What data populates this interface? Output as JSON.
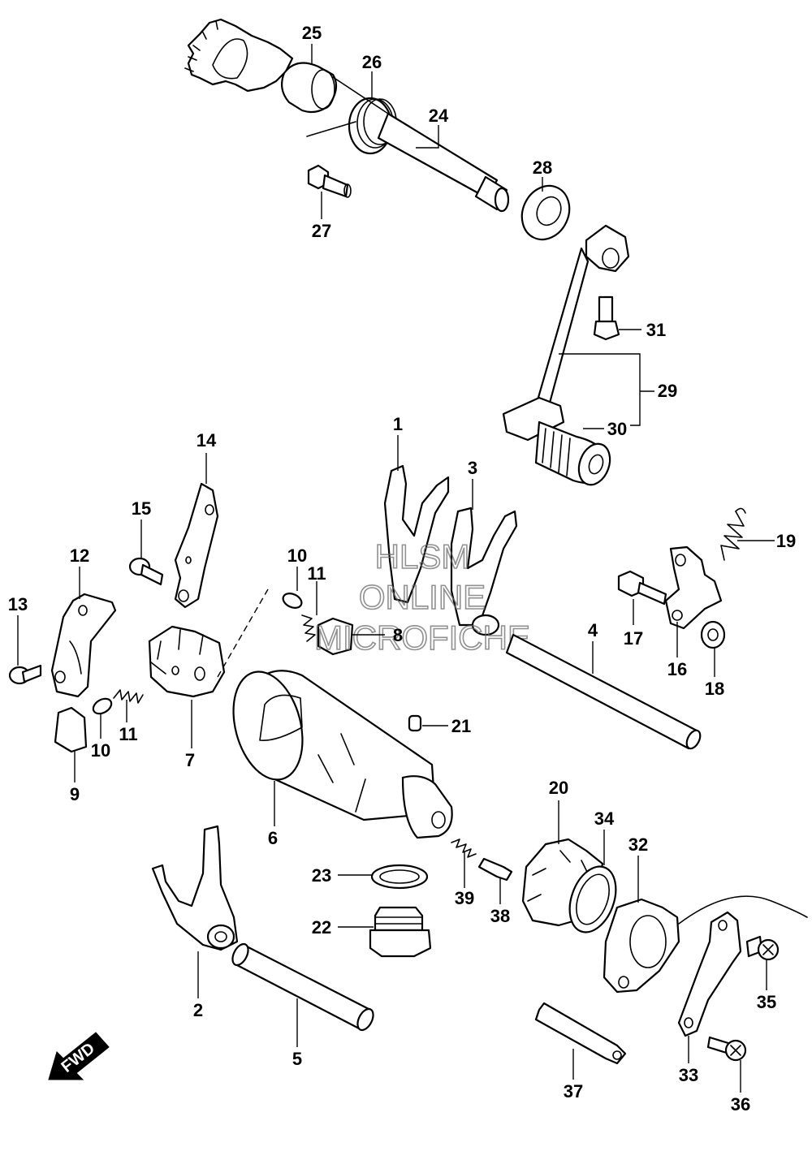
{
  "callouts": {
    "p1": "1",
    "p2": "2",
    "p3": "3",
    "p4": "4",
    "p5": "5",
    "p6": "6",
    "p7": "7",
    "p8": "8",
    "p9": "9",
    "p10a": "10",
    "p10b": "10",
    "p11a": "11",
    "p11b": "11",
    "p12": "12",
    "p13": "13",
    "p14": "14",
    "p15": "15",
    "p16": "16",
    "p17": "17",
    "p18": "18",
    "p19": "19",
    "p20": "20",
    "p21": "21",
    "p22": "22",
    "p23": "23",
    "p24": "24",
    "p25": "25",
    "p26": "26",
    "p27": "27",
    "p28": "28",
    "p29": "29",
    "p30": "30",
    "p31": "31",
    "p32": "32",
    "p33": "33",
    "p34": "34",
    "p35": "35",
    "p36": "36",
    "p37": "37",
    "p38": "38",
    "p39": "39"
  },
  "watermark": {
    "line1": "HLSM",
    "line2": "ONLINE",
    "line3": "MICROFICHE"
  },
  "direction": {
    "label": "FWD"
  }
}
